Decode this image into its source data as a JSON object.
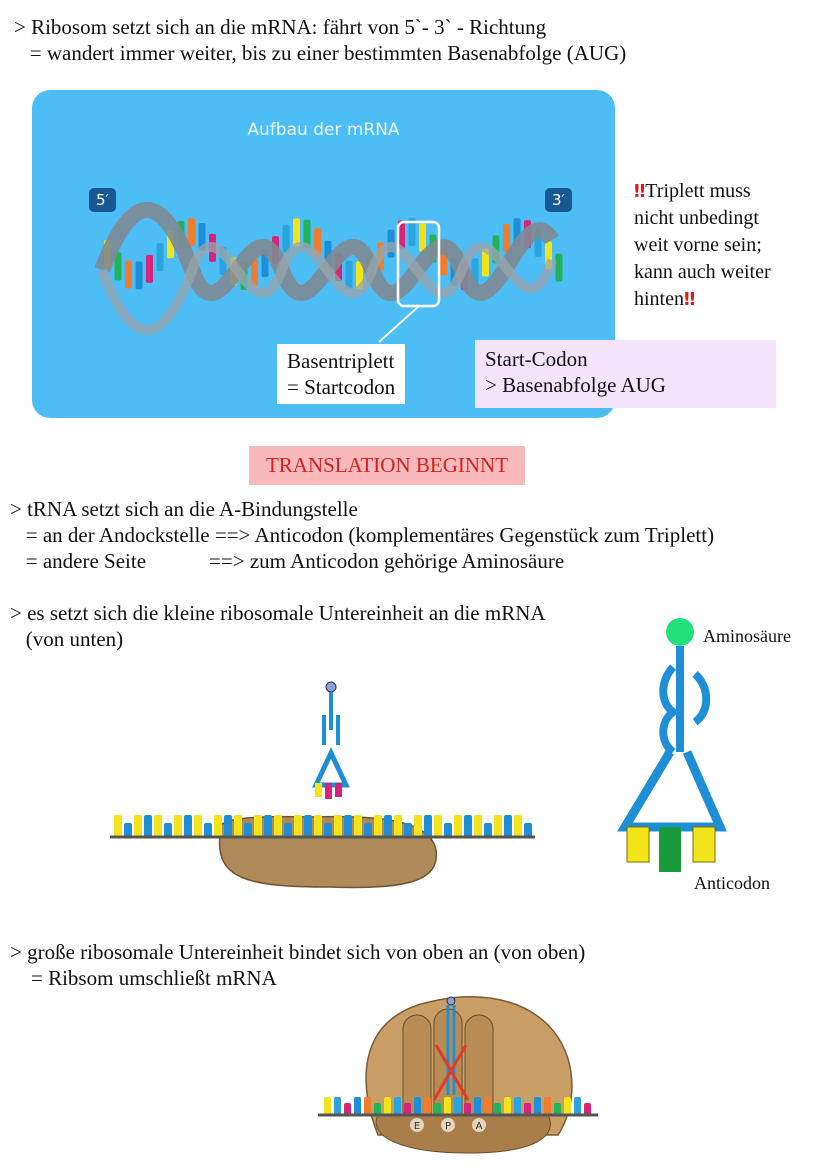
{
  "intro": {
    "line1": "> Ribosom setzt sich an die mRNA: fährt von 5`- 3` - Richtung",
    "line2": "   = wandert immer weiter, bis zu einer bestimmten Basenabfolge (AUG)"
  },
  "mrna_figure": {
    "title": "Aufbau der mRNA",
    "label_5": "5′",
    "label_3": "3′",
    "callout_line1": "Basentriplett",
    "callout_line2": "= Startcodon",
    "startcodon_line1": "Start-Codon",
    "startcodon_line2": "> Basenabfolge AUG",
    "colors": {
      "panel": "#4dbdf5",
      "strand": "#7f8a93",
      "highlight_box": "#ffffff"
    }
  },
  "note": {
    "marks": "‼",
    "line1": "Triplett muss",
    "line2": "nicht unbedingt",
    "line3": "weit vorne sein;",
    "line4": "kann auch weiter",
    "line5": "hinten"
  },
  "banner": "TRANSLATION BEGINNT",
  "trna_section": {
    "line1": "> tRNA setzt sich an die A-Bindungstelle",
    "line2": "   = an der Andockstelle ==> Anticodon (komplementäres Gegenstück zum Triplett)",
    "line3": "   = andere Seite            ==> zum Anticodon gehörige Aminosäure"
  },
  "small_subunit": {
    "line1": "> es setzt sich die kleine ribosomale Untereinheit an die mRNA",
    "line2": "   (von unten)"
  },
  "trna_figure": {
    "label_top": "Aminosäure",
    "label_bottom": "Anticodon",
    "colors": {
      "body": "#1e8fd6",
      "amino": "#22e07a",
      "yellow": "#f3e31a",
      "green": "#179a3a"
    }
  },
  "large_subunit": {
    "line1": "> große ribosomale Untereinheit bindet sich von oben an (von oben)",
    "line2": "    = Ribsom umschließt mRNA",
    "site_e": "E",
    "site_p": "P",
    "site_a": "A"
  }
}
